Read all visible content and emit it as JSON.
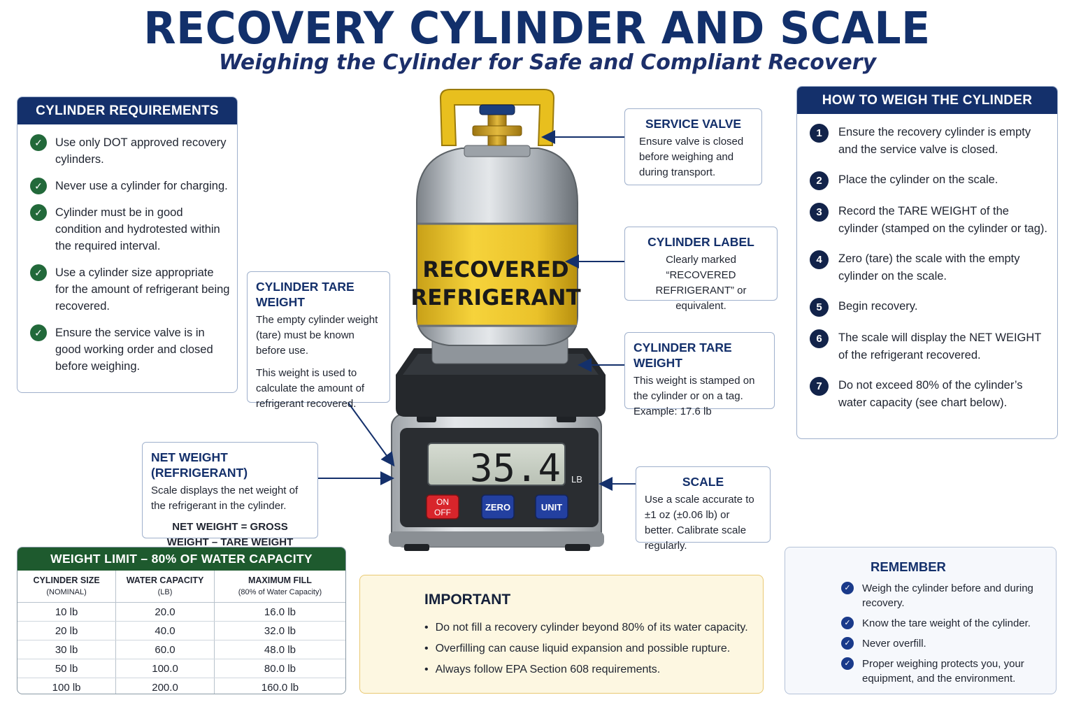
{
  "title": "RECOVERY CYLINDER AND SCALE",
  "subtitle": "Weighing the Cylinder for Safe and Compliant Recovery",
  "requirements": {
    "heading": "CYLINDER REQUIREMENTS",
    "items": [
      "Use only DOT approved recovery cylinders.",
      "Never use a cylinder for charging.",
      "Cylinder must be in good condition and hydrotested within the required interval.",
      "Use a cylinder size appropriate for the amount of refrigerant being recovered.",
      "Ensure the service valve is in good working order and closed before weighing."
    ]
  },
  "steps": {
    "heading": "HOW TO WEIGH THE CYLINDER",
    "items": [
      {
        "n": "1",
        "text": "Ensure the recovery cylinder is empty and the service valve is closed."
      },
      {
        "n": "2",
        "text": "Place the cylinder on the scale."
      },
      {
        "n": "3",
        "text": "Record the TARE WEIGHT of the cylinder (stamped on the cylinder or tag)."
      },
      {
        "n": "4",
        "text": "Zero (tare) the scale with the empty cylinder on the scale."
      },
      {
        "n": "5",
        "text": "Begin recovery."
      },
      {
        "n": "6",
        "text": "The scale will display the NET WEIGHT of the refrigerant recovered."
      },
      {
        "n": "7",
        "text": "Do not exceed 80% of the cylinder’s water capacity (see chart below)."
      }
    ]
  },
  "callouts": {
    "service_valve": {
      "title": "SERVICE VALVE",
      "text": "Ensure valve is closed before weighing and during transport."
    },
    "cylinder_label": {
      "title": "CYLINDER LABEL",
      "text": "Clearly marked “RECOVERED REFRIGERANT” or equivalent."
    },
    "tare_right": {
      "title": "CYLINDER TARE WEIGHT",
      "text": "This weight is stamped on the cylinder or on a tag. Example: 17.6 lb"
    },
    "scale": {
      "title": "SCALE",
      "text": "Use a scale accurate to ±1 oz (±0.06 lb) or better. Calibrate scale regularly."
    },
    "tare_left": {
      "title": "CYLINDER TARE WEIGHT",
      "text1": "The empty cylinder weight (tare) must be known before use.",
      "text2": "This weight is used to calculate the amount of refrigerant recovered."
    },
    "net_weight": {
      "title": "NET WEIGHT (REFRIGERANT)",
      "text": "Scale displays the net weight of the refrigerant in the cylinder.",
      "formula": "NET WEIGHT = GROSS WEIGHT – TARE WEIGHT"
    }
  },
  "cylinder": {
    "label_line1": "RECOVERED",
    "label_line2": "REFRIGERANT"
  },
  "scale_display": {
    "reading": "35.4",
    "unit": "LB",
    "btn_on": "ON",
    "btn_off": "OFF",
    "btn_zero": "ZERO",
    "btn_unit": "UNIT"
  },
  "weight_table": {
    "heading": "WEIGHT LIMIT – 80% OF WATER CAPACITY",
    "col1": "CYLINDER SIZE",
    "col1_sub": "(NOMINAL)",
    "col2": "WATER CAPACITY",
    "col2_sub": "(LB)",
    "col3": "MAXIMUM FILL",
    "col3_sub": "(80% of Water Capacity)",
    "rows": [
      [
        "10 lb",
        "20.0",
        "16.0 lb"
      ],
      [
        "20 lb",
        "40.0",
        "32.0 lb"
      ],
      [
        "30 lb",
        "60.0",
        "48.0 lb"
      ],
      [
        "50 lb",
        "100.0",
        "80.0 lb"
      ],
      [
        "100 lb",
        "200.0",
        "160.0 lb"
      ]
    ]
  },
  "important": {
    "heading": "IMPORTANT",
    "items": [
      "Do not fill a recovery cylinder beyond 80% of its water capacity.",
      "Overfilling can cause liquid expansion and possible rupture.",
      "Always follow EPA Section 608 requirements."
    ]
  },
  "remember": {
    "heading": "REMEMBER",
    "items": [
      "Weigh the cylinder before and during recovery.",
      "Know the tare weight of the cylinder.",
      "Never overfill.",
      "Proper weighing protects you, your equipment, and the environment."
    ]
  },
  "colors": {
    "navy": "#14306b",
    "green": "#1e5a2e",
    "yellow": "#f2c527",
    "red": "#d8252b",
    "blue": "#2340a0"
  }
}
